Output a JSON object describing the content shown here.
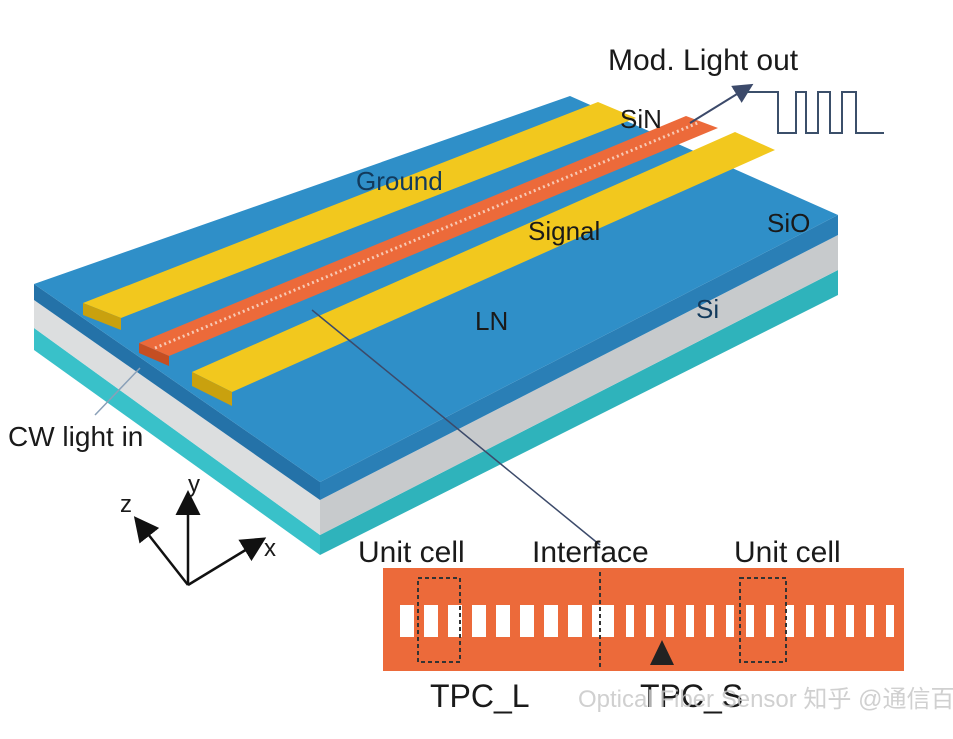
{
  "labels": {
    "mod_light_out": "Mod. Light out",
    "sin": "SiN",
    "ground": "Ground",
    "signal": "Signal",
    "sio": "SiO",
    "ln": "LN",
    "si": "Si",
    "cw_light_in": "CW light in",
    "axis_z": "z",
    "axis_x": "x",
    "axis_y": "y",
    "unit_cell_left": "Unit cell",
    "interface": "Interface",
    "unit_cell_right": "Unit cell",
    "tpc_l": "TPC_L",
    "tpc_s": "TPC_S"
  },
  "watermark": "Optical Fiber Sensor   知乎 @通信百科",
  "colors": {
    "ln_layer": "#2f8fc8",
    "sio_layer": "#d3d5d6",
    "si_layer": "#39c1c9",
    "electrode": "#f0c419",
    "waveguide": "#ec6a3a",
    "tpc_panel": "#ec6a3a"
  }
}
